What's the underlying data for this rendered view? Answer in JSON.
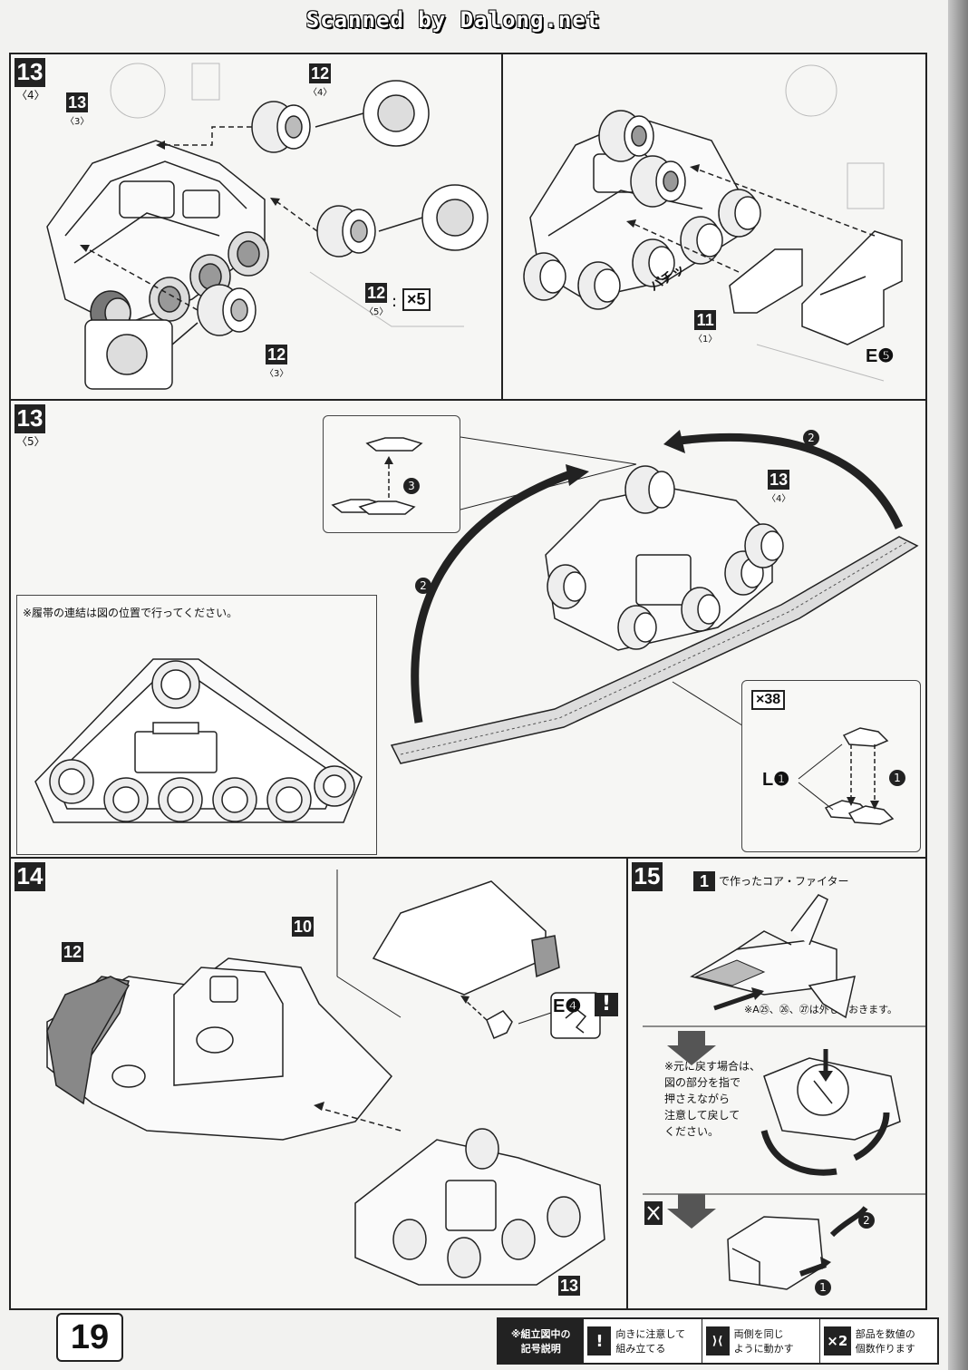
{
  "watermark": "Scanned by Dalong.net",
  "page_number": "19",
  "steps": {
    "s13a": {
      "num": "13",
      "stage": "〈4〉"
    },
    "s13b": {
      "num": "13",
      "stage": "〈5〉"
    },
    "s14": {
      "num": "14"
    },
    "s15": {
      "num": "15"
    }
  },
  "panel1": {
    "ref_13_3": {
      "num": "13",
      "stage": "〈3〉"
    },
    "ref_12_4": {
      "num": "12",
      "stage": "〈4〉"
    },
    "ref_12_5": {
      "num": "12",
      "stage": "〈5〉"
    },
    "ref_12_3": {
      "num": "12",
      "stage": "〈3〉"
    },
    "times_colon": ":",
    "times5": "×5"
  },
  "panel2": {
    "sound": "パチッ",
    "ref_11_1": {
      "num": "11",
      "stage": "〈1〉"
    },
    "part_e5": "E❺"
  },
  "panel3": {
    "ref_13_4": {
      "num": "13",
      "stage": "〈4〉"
    },
    "note": "※履帯の連結は図の位置で行ってください。",
    "arrow2a": "2",
    "arrow2b": "2",
    "arrow3": "3",
    "arrow1": "1",
    "times38": "×38",
    "part_l1": "L❶"
  },
  "panel4": {
    "ref_12": "12",
    "ref_10": "10",
    "ref_13": "13",
    "part_e4": "E❹",
    "warn": "!"
  },
  "panel5": {
    "ref_1": "1",
    "caption": "で作ったコア・ファイター",
    "note_a": "※A㉕、㉖、㉗は外しておきます。",
    "note_return": [
      "※元に戻す場合は、",
      "図の部分を指で",
      "押さえながら",
      "注意して戻して",
      "ください。"
    ],
    "arrow1": "1",
    "arrow2": "2"
  },
  "legend": {
    "head": [
      "※組立図中の",
      "記号説明"
    ],
    "items": [
      {
        "icon": "!",
        "text": [
          "向きに注意して",
          "組み立てる"
        ]
      },
      {
        "icon": "⟩⟨",
        "text": [
          "両側を同じ",
          "ように動かす"
        ]
      },
      {
        "icon": "×2",
        "text": [
          "部品を数値の",
          "個数作ります"
        ]
      }
    ]
  }
}
